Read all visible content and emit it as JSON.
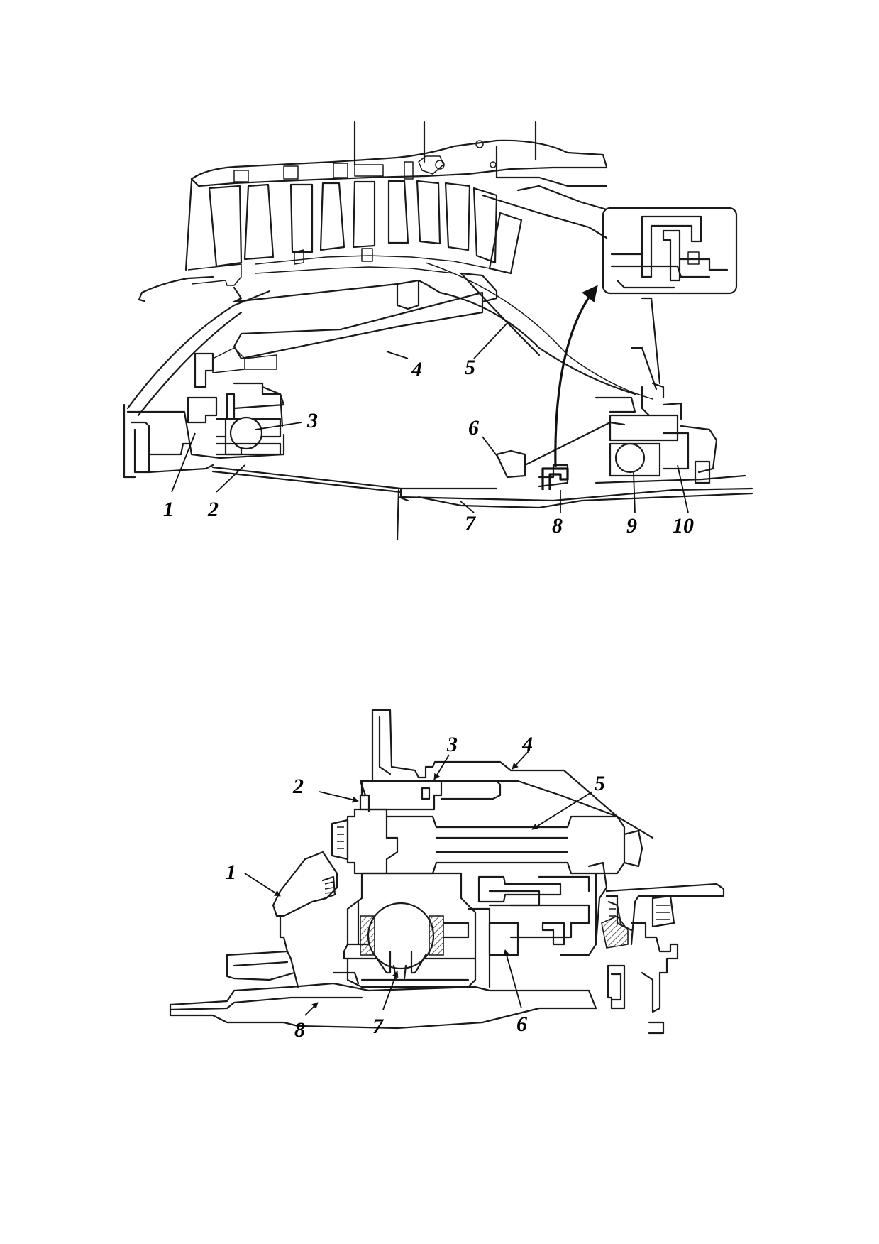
{
  "figures": [
    {
      "callouts": [
        {
          "text": "1"
        },
        {
          "text": "2"
        },
        {
          "text": "3"
        },
        {
          "text": "4"
        },
        {
          "text": "5"
        },
        {
          "text": "6"
        },
        {
          "text": "7"
        },
        {
          "text": "8"
        },
        {
          "text": "9"
        },
        {
          "text": "10"
        }
      ],
      "has_inset_detail": true
    },
    {
      "callouts": [
        {
          "text": "1"
        },
        {
          "text": "2"
        },
        {
          "text": "3"
        },
        {
          "text": "4"
        },
        {
          "text": "5"
        },
        {
          "text": "6"
        },
        {
          "text": "7"
        },
        {
          "text": "8"
        }
      ]
    }
  ]
}
